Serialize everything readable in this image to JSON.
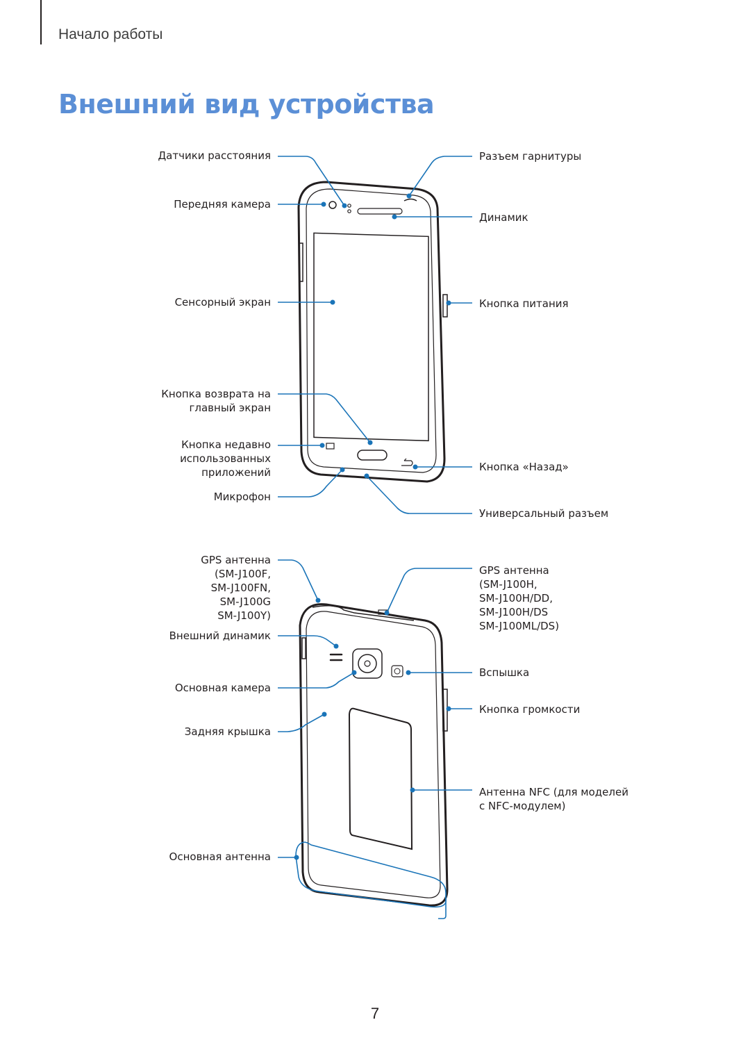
{
  "header": {
    "section": "Начало работы"
  },
  "title": "Внешний вид устройства",
  "front_view": {
    "labels_left": {
      "proximity_sensors": "Датчики расстояния",
      "front_camera": "Передняя камера",
      "touchscreen": "Сенсорный экран",
      "home_key": [
        "Кнопка возврата на",
        "главный экран"
      ],
      "recent_apps_key": [
        "Кнопка недавно",
        "использованных",
        "приложений"
      ],
      "microphone": "Микрофон"
    },
    "labels_right": {
      "headset_jack": "Разъем гарнитуры",
      "speaker": "Динамик",
      "power_key": "Кнопка питания",
      "back_key": "Кнопка «Назад»",
      "multipurpose_jack": "Универсальный разъем"
    }
  },
  "rear_view": {
    "labels_left": {
      "gps_antenna": [
        "GPS антенна",
        "(SM-J100F,",
        "SM-J100FN,",
        "SM-J100G",
        "SM-J100Y)"
      ],
      "external_speaker": "Внешний динамик",
      "rear_camera": "Основная камера",
      "back_cover": "Задняя крышка",
      "main_antenna": "Основная антенна"
    },
    "labels_right": {
      "gps_antenna": [
        "GPS антенна",
        "(SM-J100H,",
        "SM-J100H/DD,",
        "SM-J100H/DS",
        "SM-J100ML/DS)"
      ],
      "flash": "Вспышка",
      "volume_key": "Кнопка громкости",
      "nfc_antenna": [
        "Антенна NFC (для моделей",
        "с NFC-модулем)"
      ]
    }
  },
  "colors": {
    "title": "#5b8fd6",
    "callout": "#1a74b8",
    "outline": "#231f20"
  },
  "footer": {
    "page_number": "7"
  }
}
